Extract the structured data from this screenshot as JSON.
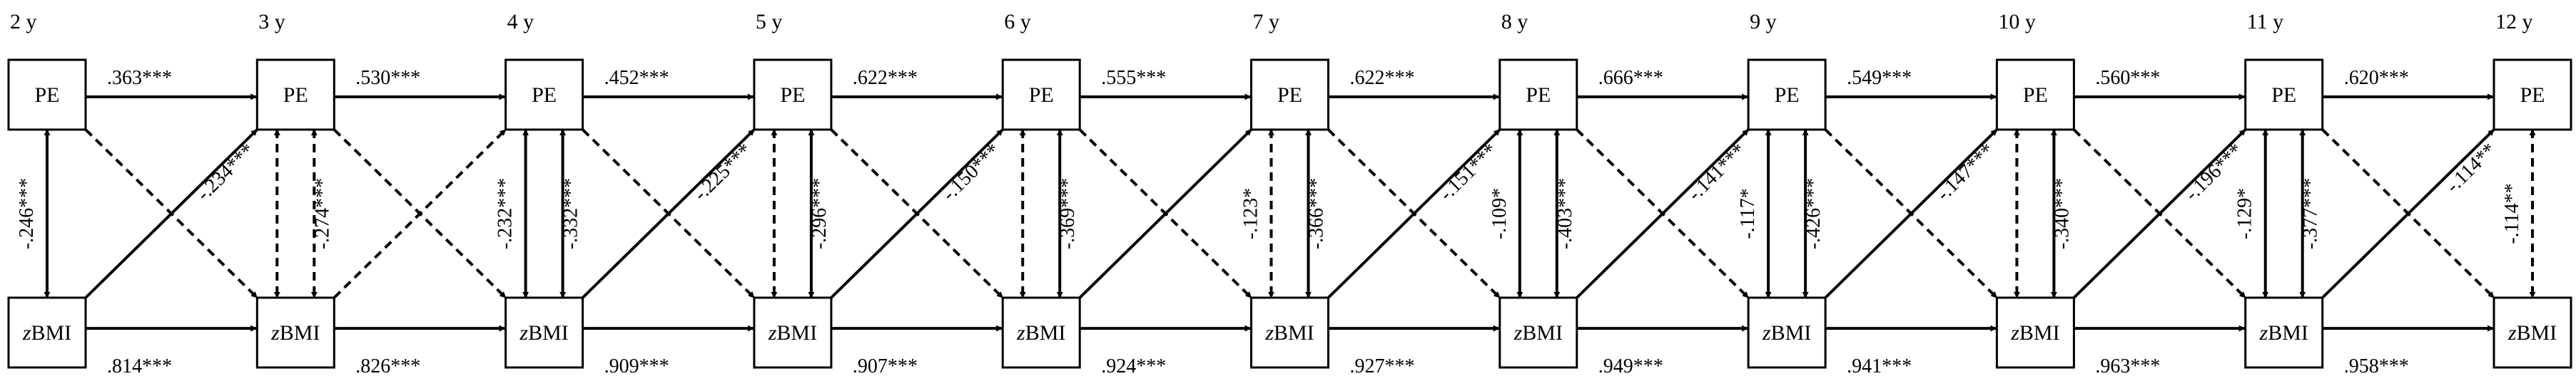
{
  "ages": [
    "2 y",
    "3 y",
    "4 y",
    "5 y",
    "6 y",
    "7 y",
    "8 y",
    "9 y",
    "10 y",
    "11 y",
    "12 y"
  ],
  "nodes": {
    "top_label": "PE",
    "bottom_prefix": "z",
    "bottom_suffix": "BMI"
  },
  "paths": {
    "pe_autoregressive": [
      ".363***",
      ".530***",
      ".452***",
      ".622***",
      ".555***",
      ".622***",
      ".666***",
      ".549***",
      ".560***",
      ".620***"
    ],
    "zbmi_autoregressive": [
      ".814***",
      ".826***",
      ".909***",
      ".907***",
      ".924***",
      ".927***",
      ".949***",
      ".941***",
      ".963***",
      ".958***"
    ],
    "correlation_left": [
      "-.246***",
      "",
      "-.232***",
      "",
      "",
      "-.123*",
      "-.109*",
      "-.117*",
      "",
      "-.129*",
      "-.114**"
    ],
    "correlation_right": [
      "",
      "-.274***",
      "-.332***",
      "-.296***",
      "-.369***",
      "-.366***",
      "-.403***",
      "-.426***",
      "-.340***",
      "-.377***",
      ""
    ],
    "zbmi_to_pe": [
      "-.234***",
      "",
      "-.225***",
      "-.150***",
      "",
      "-.151***",
      "-.141***",
      "-.147***",
      "-.196***",
      ""
    ],
    "pe_to_zbmi": [
      "",
      "",
      "",
      "",
      "",
      "",
      "",
      "",
      "",
      "-.114**"
    ]
  },
  "line_styles": {
    "pe_to_zbmi": [
      "dashed",
      "dashed",
      "dashed",
      "dashed",
      "dashed",
      "dashed",
      "dashed",
      "dashed",
      "dashed",
      "dashed"
    ],
    "zbmi_to_pe": [
      "solid",
      "dashed",
      "solid",
      "solid",
      "solid",
      "solid",
      "solid",
      "solid",
      "solid",
      "solid"
    ],
    "correlation_left": [
      "solid",
      "dashed",
      "solid",
      "dashed",
      "dashed",
      "dashed",
      "solid",
      "solid",
      "dashed",
      "solid",
      "dashed"
    ],
    "correlation_right": [
      "",
      "dashed",
      "solid",
      "solid",
      "solid",
      "solid",
      "solid",
      "solid",
      "solid",
      "solid",
      ""
    ]
  }
}
